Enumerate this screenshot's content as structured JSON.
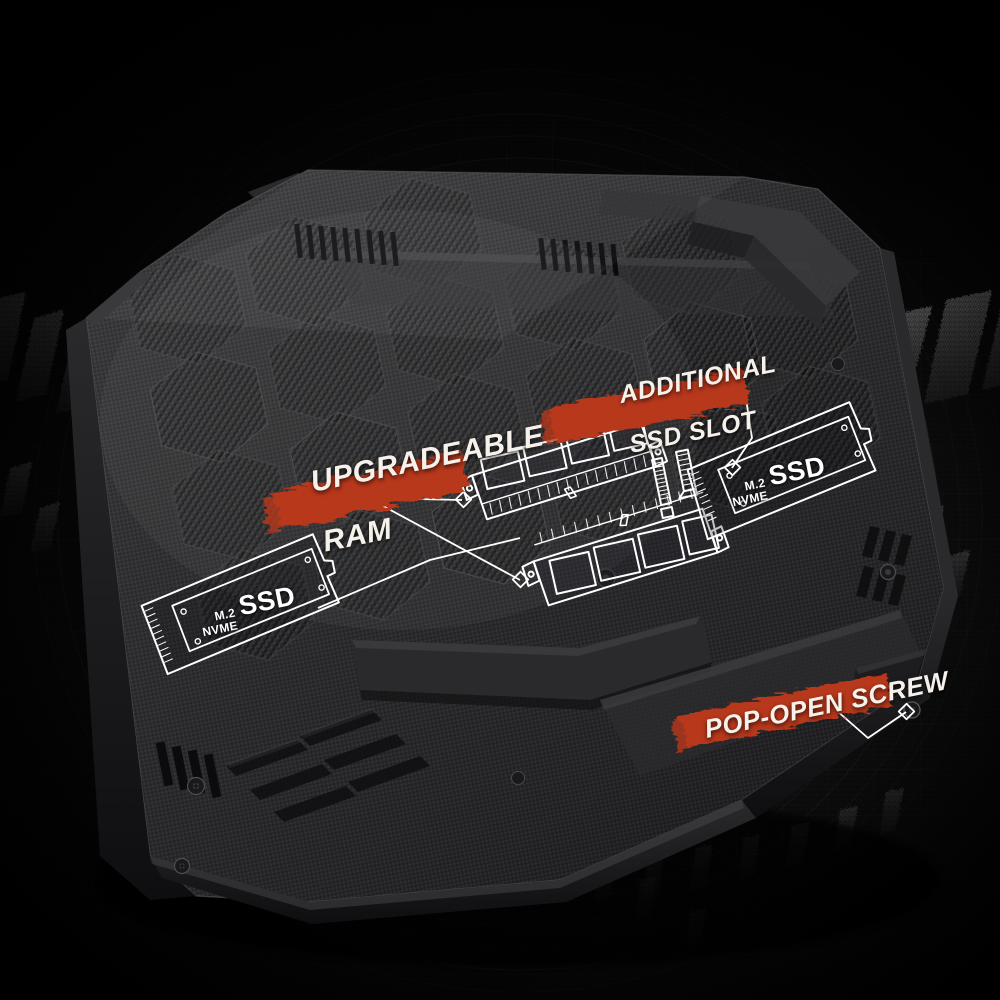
{
  "image": {
    "subject": "ASUS TUF Gaming laptop bottom chassis — upgradeability feature diagram",
    "view": "underside / bottom cover, three-quarter isometric",
    "background_color": "#0a0a0a",
    "accent_color": "#b8371a",
    "text_color": "#f6f1ea",
    "wireframe_color": "#ffffff"
  },
  "callouts": [
    {
      "id": "upgradeable-ram",
      "lines": [
        "UPGRADEABLE",
        "RAM"
      ],
      "text": "UPGRADEABLE RAM",
      "color": "#f6f1ea",
      "brush_color": "#b8371a",
      "rotation_deg": -11.5,
      "points_to": "two SO-DIMM memory modules"
    },
    {
      "id": "additional-ssd-slot",
      "lines": [
        "ADDITIONAL",
        "SSD SLOT"
      ],
      "text": "ADDITIONAL SSD SLOT",
      "color": "#f6f1ea",
      "brush_color": "#b8371a",
      "rotation_deg": -11.5,
      "points_to": "second M.2 NVMe SSD slot"
    },
    {
      "id": "pop-open-screw",
      "lines": [
        "POP-OPEN SCREW"
      ],
      "text": "POP-OPEN SCREW",
      "color": "#f6f1ea",
      "brush_color": "#b8371a",
      "rotation_deg": -11.5,
      "points_to": "captive pop-open screw on bottom cover corner"
    }
  ],
  "modules": {
    "ssd_left": {
      "label_small_line1": "M.2",
      "label_small_line2": "NVME",
      "label_big": "SSD",
      "type": "wireframe-overlay"
    },
    "ssd_right": {
      "label_small_line1": "M.2",
      "label_small_line2": "NVME",
      "label_big": "SSD",
      "type": "wireframe-overlay"
    },
    "ram": {
      "count": 2,
      "form_factor": "SO-DIMM",
      "type": "wireframe-overlay"
    }
  },
  "wireframe": {
    "line_color": "#ffffff",
    "leader_marker": "diamond",
    "leader_count": 4
  }
}
